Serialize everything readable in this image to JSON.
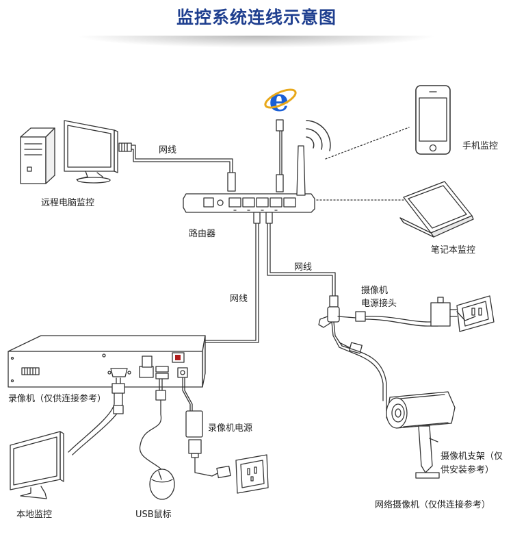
{
  "title": "监控系统连线示意图",
  "labels": {
    "remote_pc": "远程电脑监控",
    "cable_top": "网线",
    "router": "路由器",
    "phone": "手机监控",
    "laptop": "笔记本监控",
    "cable_mid": "网线",
    "cable_right": "网线",
    "cam_power_1": "摄像机",
    "cam_power_2": "电源接头",
    "recorder": "录像机（仅供连接参考）",
    "recorder_power": "录像机电源",
    "local_monitor": "本地监控",
    "usb_mouse": "USB鼠标",
    "bracket_1": "摄像机支架（仅",
    "bracket_2": "供安装参考）",
    "network_camera": "网络摄像机（仅供连接参考）"
  },
  "icons": [
    "ie-icon",
    "pc-tower-icon",
    "monitor-icon",
    "router-icon",
    "phone-icon",
    "laptop-icon",
    "wifi-icon",
    "camera-icon",
    "power-adapter-icon",
    "wall-socket-icon",
    "mouse-icon",
    "nvr-icon"
  ]
}
